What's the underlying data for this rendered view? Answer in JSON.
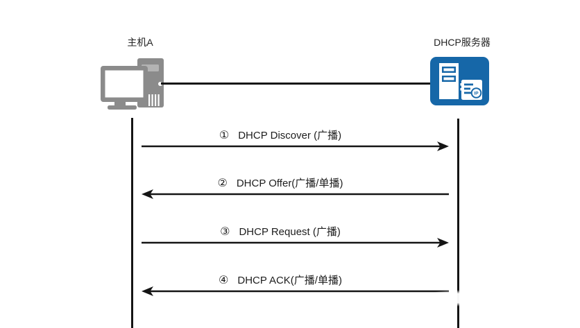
{
  "diagram": {
    "entities": {
      "left": {
        "label": "主机A",
        "icon": "desktop-pc-icon"
      },
      "right": {
        "label": "DHCP服务器",
        "icon": "dhcp-server-icon"
      }
    },
    "messages": [
      {
        "num": "①",
        "label": "DHCP Discover (广播)",
        "direction": "right",
        "from": "主机A",
        "to": "DHCP服务器"
      },
      {
        "num": "②",
        "label": "DHCP Offer(广播/单播)",
        "direction": "left",
        "from": "DHCP服务器",
        "to": "主机A"
      },
      {
        "num": "③",
        "label": "DHCP Request (广播)",
        "direction": "right",
        "from": "主机A",
        "to": "DHCP服务器"
      },
      {
        "num": "④",
        "label": "DHCP ACK(广播/单播)",
        "direction": "left",
        "from": "DHCP服务器",
        "to": "主机A"
      }
    ],
    "colors": {
      "server_blue": "#1667A8",
      "pc_gray": "#8B8B8B",
      "line": "#141414",
      "text": "#1d1d1d"
    }
  }
}
